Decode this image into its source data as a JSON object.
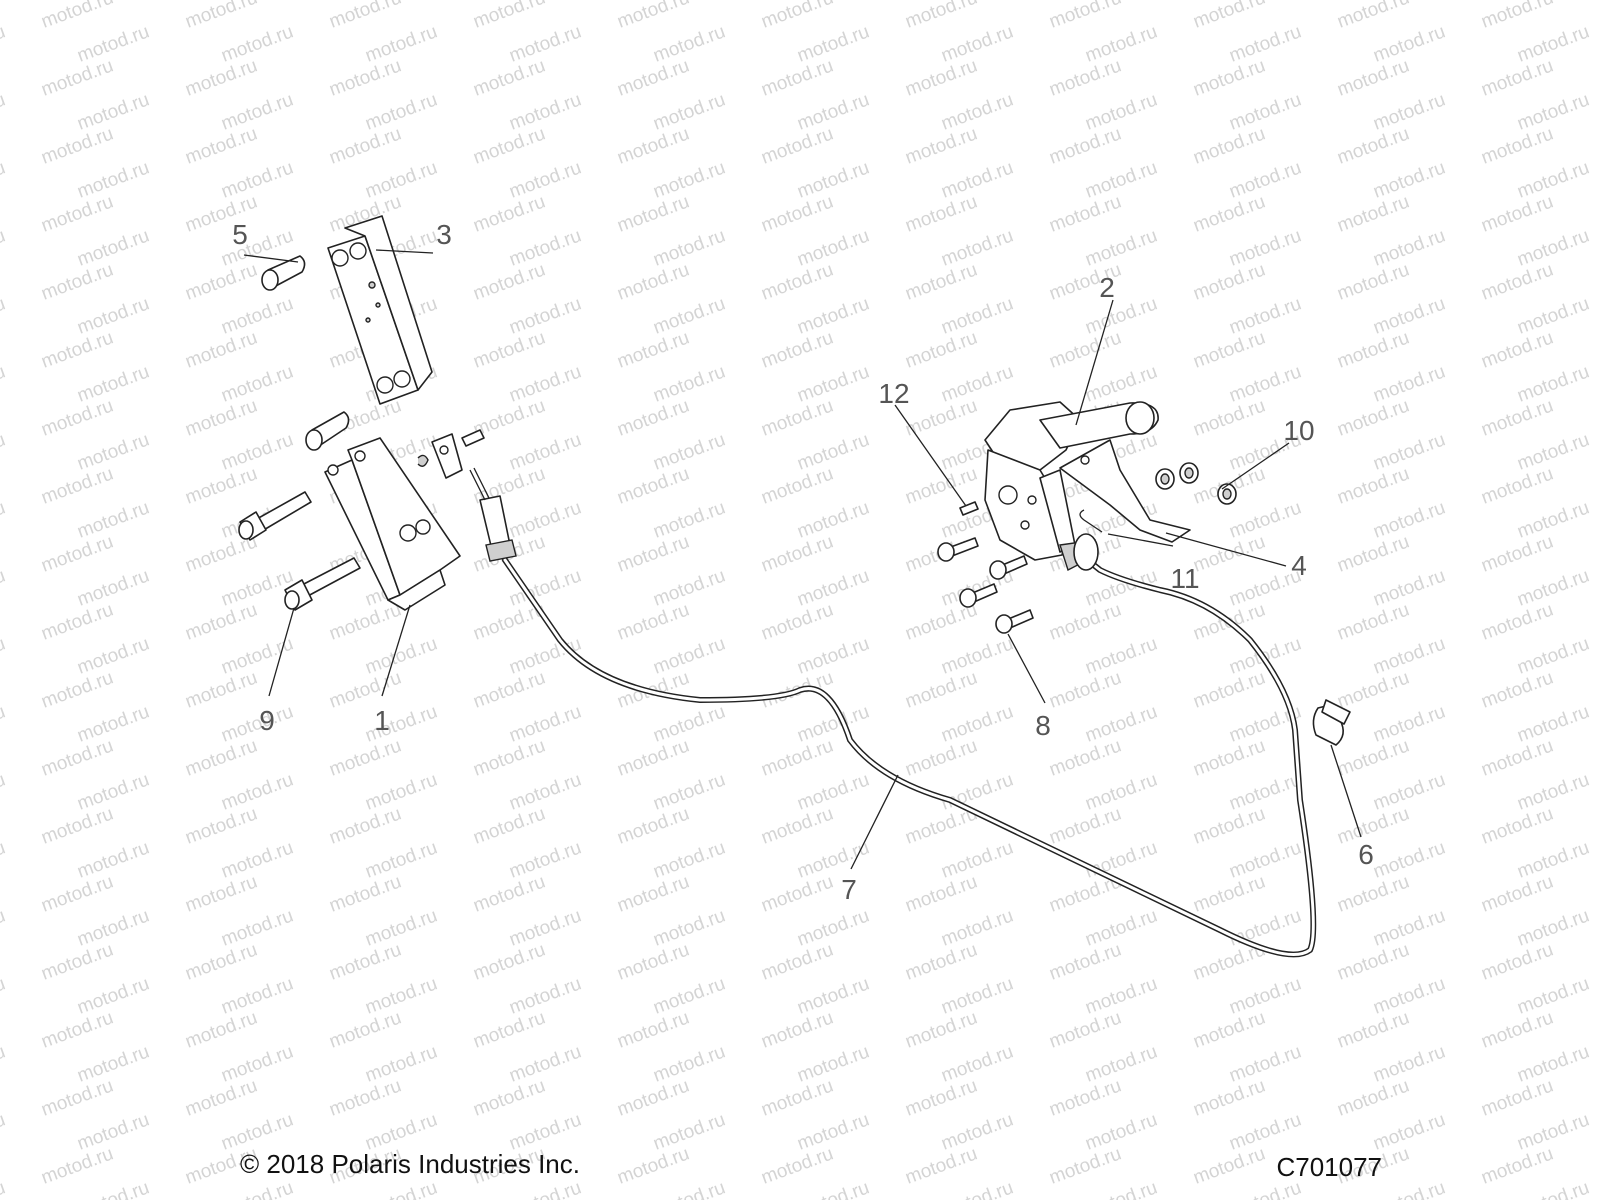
{
  "watermark": {
    "text": "motod.ru",
    "color": "#d4d4d4"
  },
  "callouts": [
    {
      "id": "1",
      "label": "1"
    },
    {
      "id": "2",
      "label": "2"
    },
    {
      "id": "3",
      "label": "3"
    },
    {
      "id": "4",
      "label": "4"
    },
    {
      "id": "5",
      "label": "5"
    },
    {
      "id": "6",
      "label": "6"
    },
    {
      "id": "7",
      "label": "7"
    },
    {
      "id": "8",
      "label": "8"
    },
    {
      "id": "9",
      "label": "9"
    },
    {
      "id": "10",
      "label": "10"
    },
    {
      "id": "11",
      "label": "11"
    },
    {
      "id": "12",
      "label": "12"
    }
  ],
  "footer": {
    "copyright": "© 2018 Polaris Industries Inc.",
    "diagram_code": "C701077"
  }
}
